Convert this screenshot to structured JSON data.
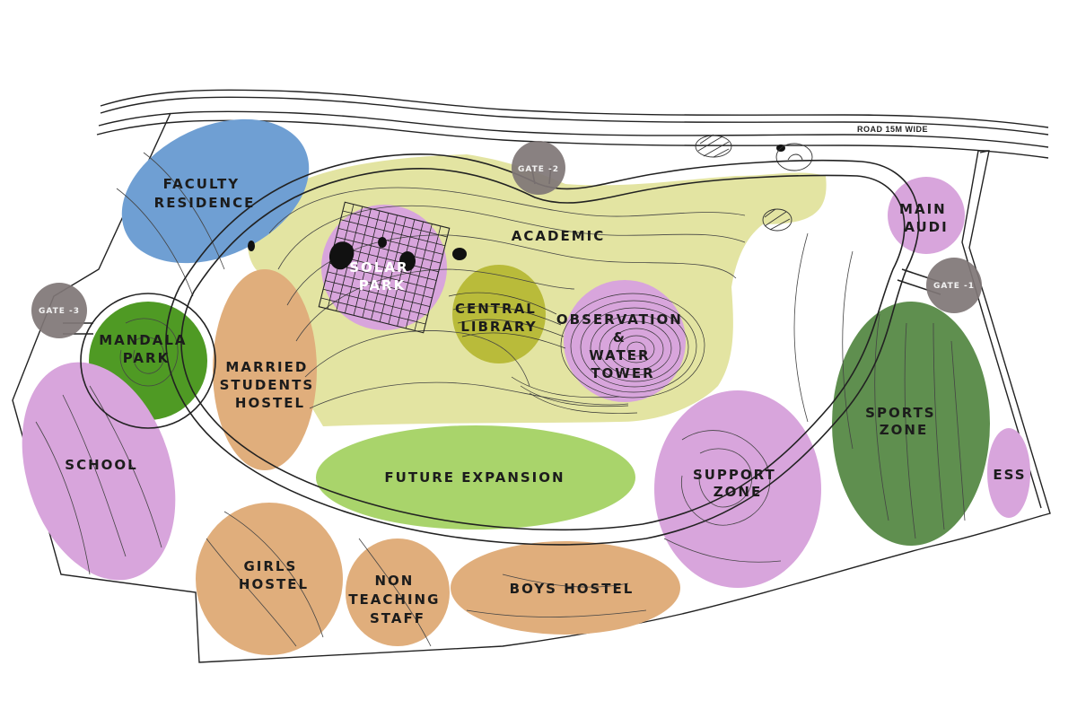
{
  "road": {
    "label": "ROAD 15M WIDE"
  },
  "gates": {
    "gate1": "GATE -1",
    "gate2": "GATE -2",
    "gate3": "GATE -3"
  },
  "zones": {
    "faculty_residence": [
      "FACULTY",
      "RESIDENCE"
    ],
    "academic": [
      "ACADEMIC"
    ],
    "solar_park": [
      "SOLAR",
      "PARK"
    ],
    "central_library": [
      "CENTRAL",
      "LIBRARY"
    ],
    "observation_tower": [
      "OBSERVATION",
      "&",
      "WATER",
      "TOWER"
    ],
    "main_audi": [
      "MAIN",
      "AUDI"
    ],
    "mandala_park": [
      "MANDALA",
      "PARK"
    ],
    "married_students_hostel": [
      "MARRIED",
      "STUDENTS",
      "HOSTEL"
    ],
    "school": [
      "SCHOOL"
    ],
    "future_expansion": [
      "FUTURE EXPANSION"
    ],
    "support_zone": [
      "SUPPORT",
      "ZONE"
    ],
    "sports_zone": [
      "SPORTS",
      "ZONE"
    ],
    "ess": [
      "ESS"
    ],
    "girls_hostel": [
      "GIRLS",
      "HOSTEL"
    ],
    "non_teaching_staff": [
      "NON",
      "TEACHING",
      "STAFF"
    ],
    "boys_hostel": [
      "BOYS HOSTEL"
    ]
  },
  "colors": {
    "academic": "#e3e4a2",
    "faculty": "#6f9fd3",
    "purple": "#d8a5dc",
    "library": "#b9bb3a",
    "mandala": "#4f9a24",
    "sports": "#5f8f4f",
    "future": "#a9d46b",
    "hostel": "#e0ae7c",
    "gate": "#7f7676"
  }
}
